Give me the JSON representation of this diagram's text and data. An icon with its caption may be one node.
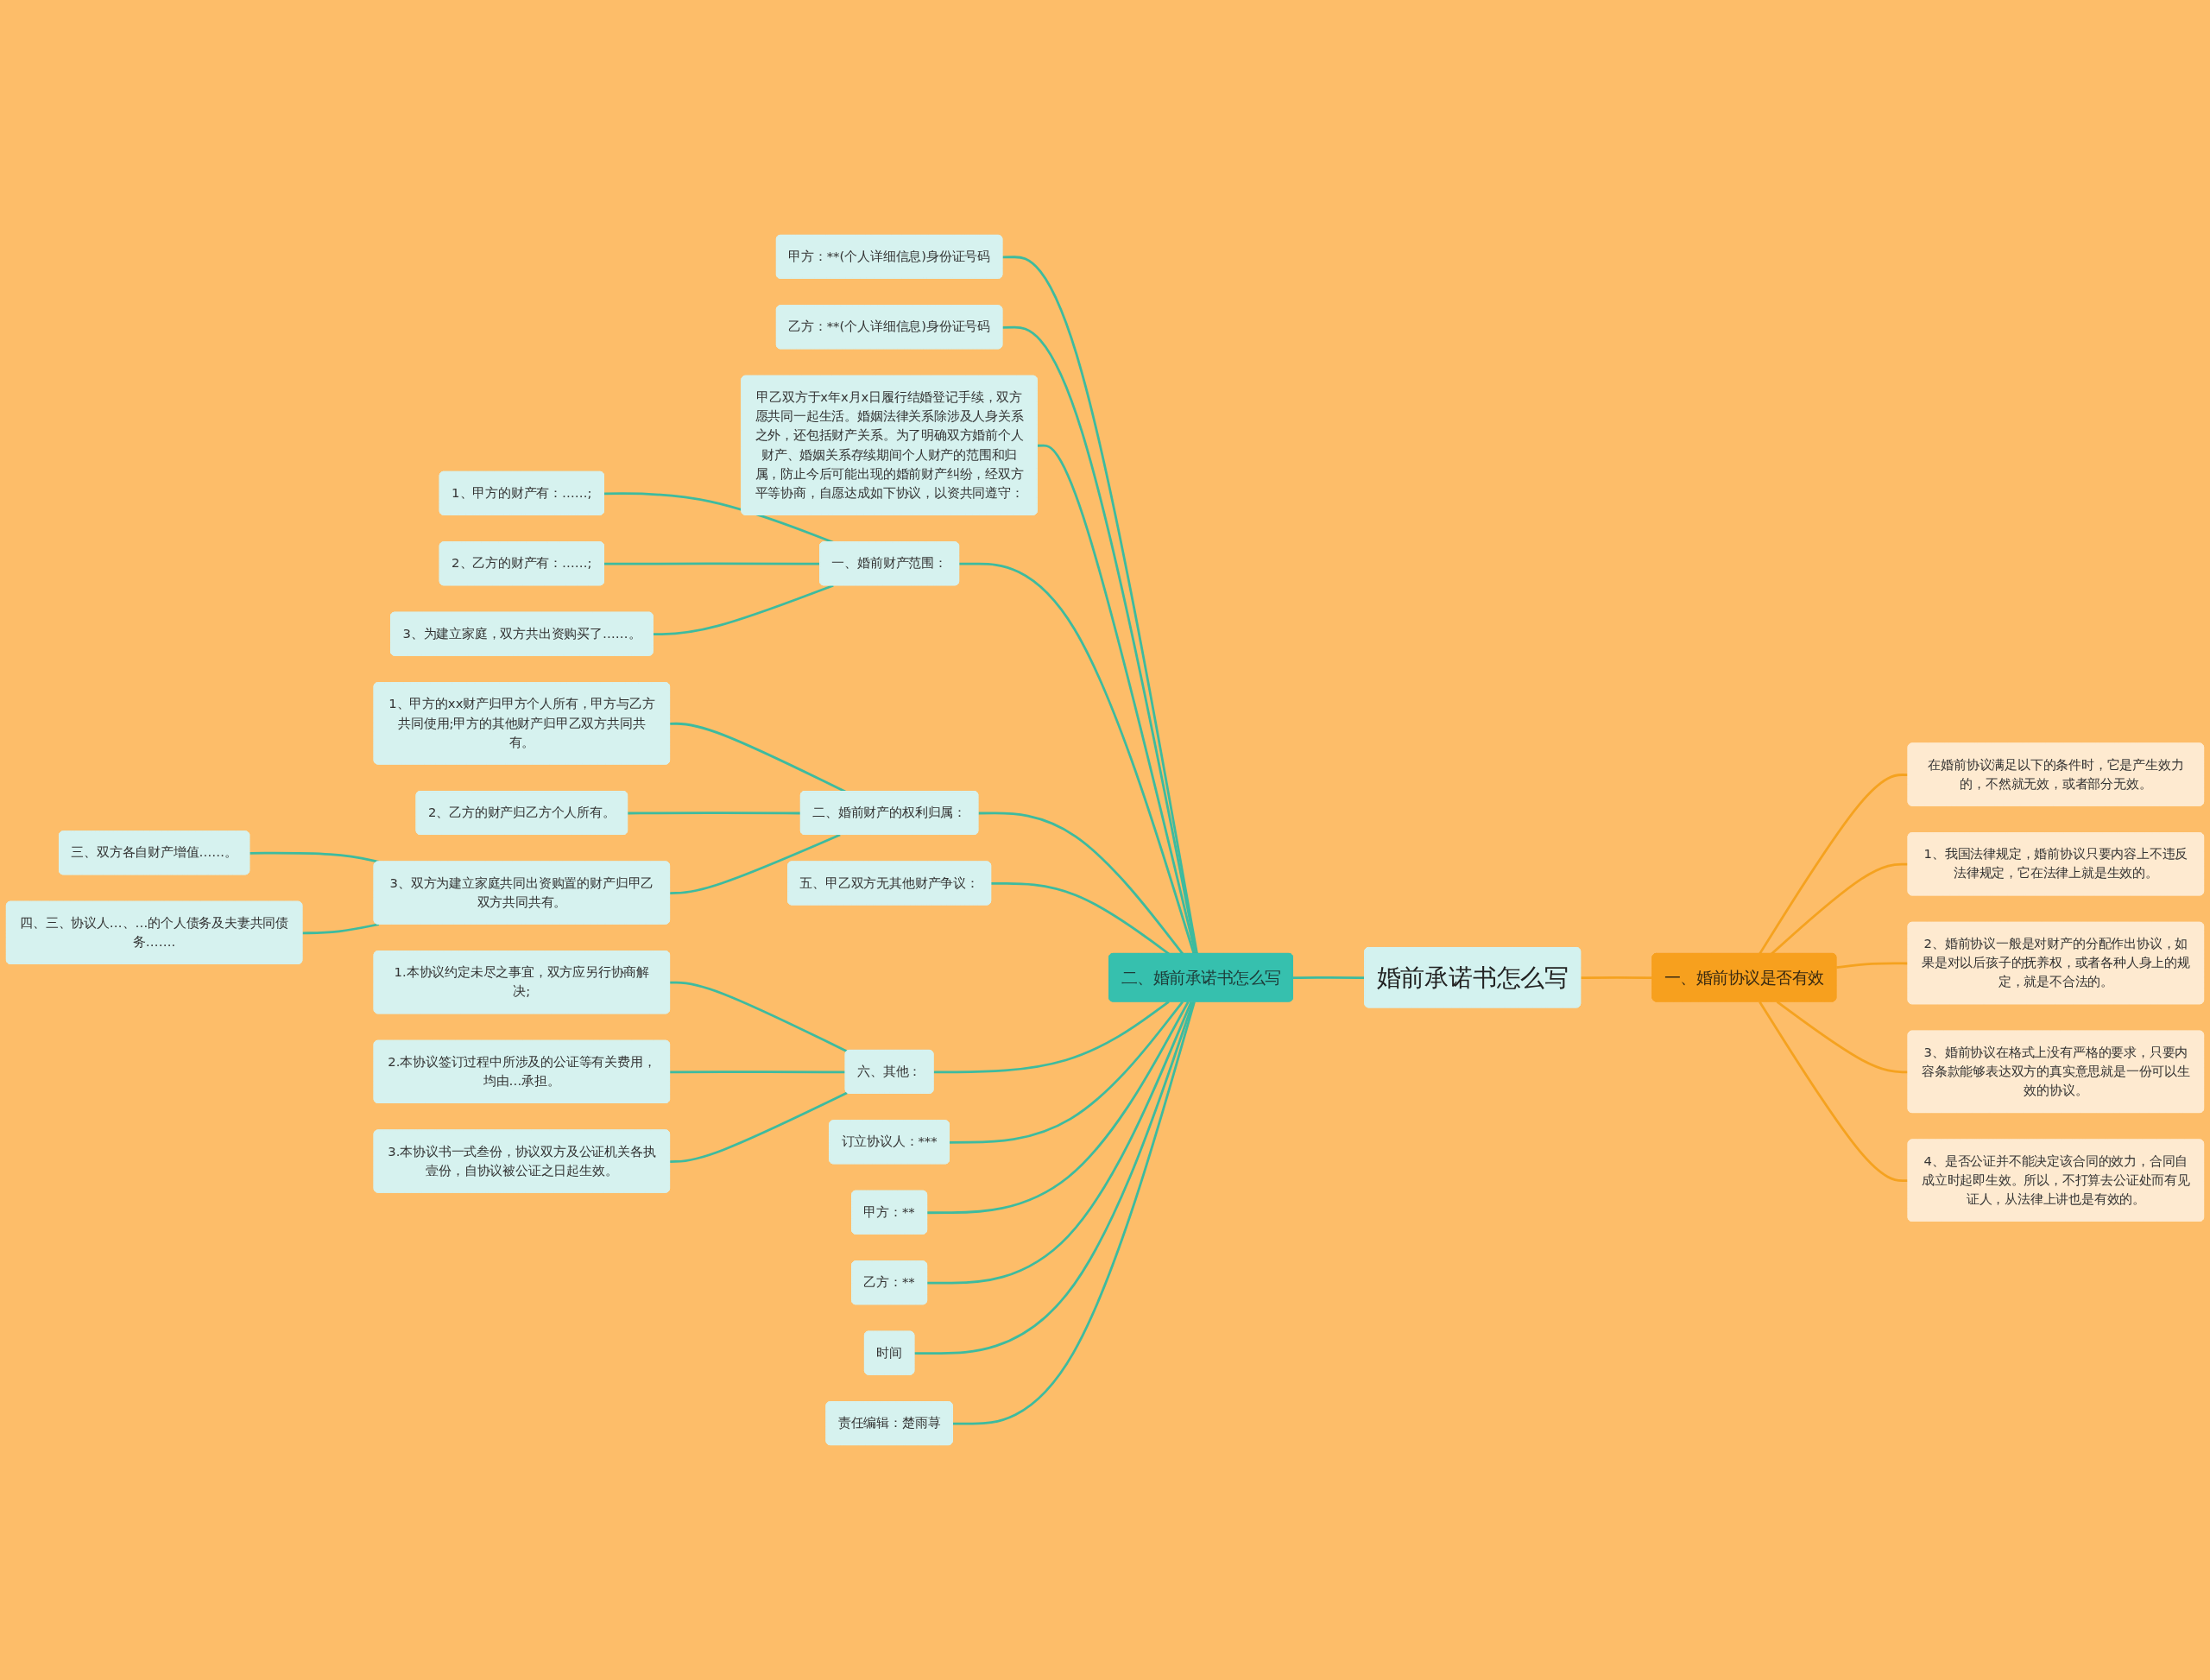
{
  "diagram": {
    "nodes": [
      {
        "text": [
          "婚前承诺书怎么写"
        ]
      },
      {
        "text": [
          "二、婚前承诺书怎么写"
        ]
      },
      {
        "text": [
          "甲方：**(个人详细信息)身份证号码"
        ]
      },
      {
        "text": [
          "乙方：**(个人详细信息)身份证号码"
        ]
      },
      {
        "text": [
          "甲乙双方于x年x月x日履行结婚登记手续，双方愿共同一起生活。婚姻法律关系除涉及人身关系之外，还包括财产关系。为了明确双方婚前个人财产、婚姻关系存续期间个人财产的范围和归属，防止今后可能出现的婚前财产纠纷，经双方平等协商，自愿达成如下协议，以资共同遵守："
        ]
      },
      {
        "text": [
          "一、婚前财产范围："
        ]
      },
      {
        "text": [
          "1、甲方的财产有：……;"
        ]
      },
      {
        "text": [
          "2、乙方的财产有：……;"
        ]
      },
      {
        "text": [
          "3、为建立家庭，双方共出资购买了……。"
        ]
      },
      {
        "text": [
          "二、婚前财产的权利归属："
        ]
      },
      {
        "text": [
          "1、甲方的xx财产归甲方个人所有，甲方与乙方共同使用;甲方的其他财产归甲乙双方共同共有。"
        ]
      },
      {
        "text": [
          "2、乙方的财产归乙方个人所有。"
        ]
      },
      {
        "text": [
          "3、双方为建立家庭共同出资购置的财产归甲乙双方共同共有。"
        ]
      },
      {
        "text": [
          "三、双方各自财产增值……。"
        ]
      },
      {
        "text": [
          "四、三、协议人…、…的个人债务及夫妻共同债务……."
        ]
      },
      {
        "text": [
          "五、甲乙双方无其他财产争议："
        ]
      },
      {
        "text": [
          "六、其他："
        ]
      },
      {
        "text": [
          "1.本协议约定未尽之事宜，双方应另行协商解决;"
        ]
      },
      {
        "text": [
          "2.本协议签订过程中所涉及的公证等有关费用，均由…承担。"
        ]
      },
      {
        "text": [
          "3.本协议书一式叁份，协议双方及公证机关各执壹份，自协议被公证之日起生效。"
        ]
      },
      {
        "text": [
          "订立协议人：***"
        ]
      },
      {
        "text": [
          "甲方：**"
        ]
      },
      {
        "text": [
          "乙方：**"
        ]
      },
      {
        "text": [
          "时间"
        ]
      },
      {
        "text": [
          "责任编辑：楚雨荨"
        ]
      },
      {
        "text": [
          "一、婚前协议是否有效"
        ]
      },
      {
        "text": [
          "在婚前协议满足以下的条件时，它是产生效力的，不然就无效，或者部分无效。"
        ]
      },
      {
        "text": [
          "1、我国法律规定，婚前协议只要内容上不违反法律规定，它在法律上就是生效的。"
        ]
      },
      {
        "text": [
          "2、婚前协议一般是对财产的分配作出协议，如果是对以后孩子的抚养权，或者各种人身上的规定，就是不合法的。"
        ]
      },
      {
        "text": [
          "3、婚前协议在格式上没有严格的要求，只要内容条款能够表达双方的真实意思就是一份可以生效的协议。"
        ]
      },
      {
        "text": [
          "4、是否公证并不能决定该合同的效力，合同自成立时起即生效。所以，不打算去公证处而有见证人，从法律上讲也是有效的。"
        ]
      }
    ],
    "edges": [
      {
        "from": 1,
        "to": 0,
        "arrow": "none"
      },
      {
        "from": 2,
        "to": 1,
        "arrow": "none"
      },
      {
        "from": 3,
        "to": 1,
        "arrow": "none"
      },
      {
        "from": 4,
        "to": 1,
        "arrow": "none"
      },
      {
        "from": 5,
        "to": 1,
        "arrow": "none"
      },
      {
        "from": 6,
        "to": 5,
        "arrow": "none"
      },
      {
        "from": 7,
        "to": 5,
        "arrow": "none"
      },
      {
        "from": 8,
        "to": 5,
        "arrow": "none"
      },
      {
        "from": 9,
        "to": 1,
        "arrow": "none"
      },
      {
        "from": 10,
        "to": 9,
        "arrow": "none"
      },
      {
        "from": 11,
        "to": 9,
        "arrow": "none"
      },
      {
        "from": 12,
        "to": 9,
        "arrow": "none"
      },
      {
        "from": 13,
        "to": 12,
        "arrow": "none"
      },
      {
        "from": 14,
        "to": 12,
        "arrow": "none"
      },
      {
        "from": 15,
        "to": 1,
        "arrow": "none"
      },
      {
        "from": 16,
        "to": 1,
        "arrow": "none"
      },
      {
        "from": 17,
        "to": 16,
        "arrow": "none"
      },
      {
        "from": 18,
        "to": 16,
        "arrow": "none"
      },
      {
        "from": 19,
        "to": 16,
        "arrow": "none"
      },
      {
        "from": 20,
        "to": 1,
        "arrow": "none"
      },
      {
        "from": 21,
        "to": 1,
        "arrow": "none"
      },
      {
        "from": 22,
        "to": 1,
        "arrow": "none"
      },
      {
        "from": 23,
        "to": 1,
        "arrow": "none"
      },
      {
        "from": 24,
        "to": 1,
        "arrow": "none"
      },
      {
        "from": 0,
        "to": 25,
        "arrow": "none",
        "color": "#f5a21f"
      },
      {
        "from": 25,
        "to": 26,
        "arrow": "none",
        "color": "#f5a21f"
      },
      {
        "from": 25,
        "to": 27,
        "arrow": "none",
        "color": "#f5a21f"
      },
      {
        "from": 25,
        "to": 28,
        "arrow": "none",
        "color": "#f5a21f"
      },
      {
        "from": 25,
        "to": 29,
        "arrow": "none",
        "color": "#f5a21f"
      },
      {
        "from": 25,
        "to": 30,
        "arrow": "none",
        "color": "#f5a21f"
      }
    ]
  }
}
